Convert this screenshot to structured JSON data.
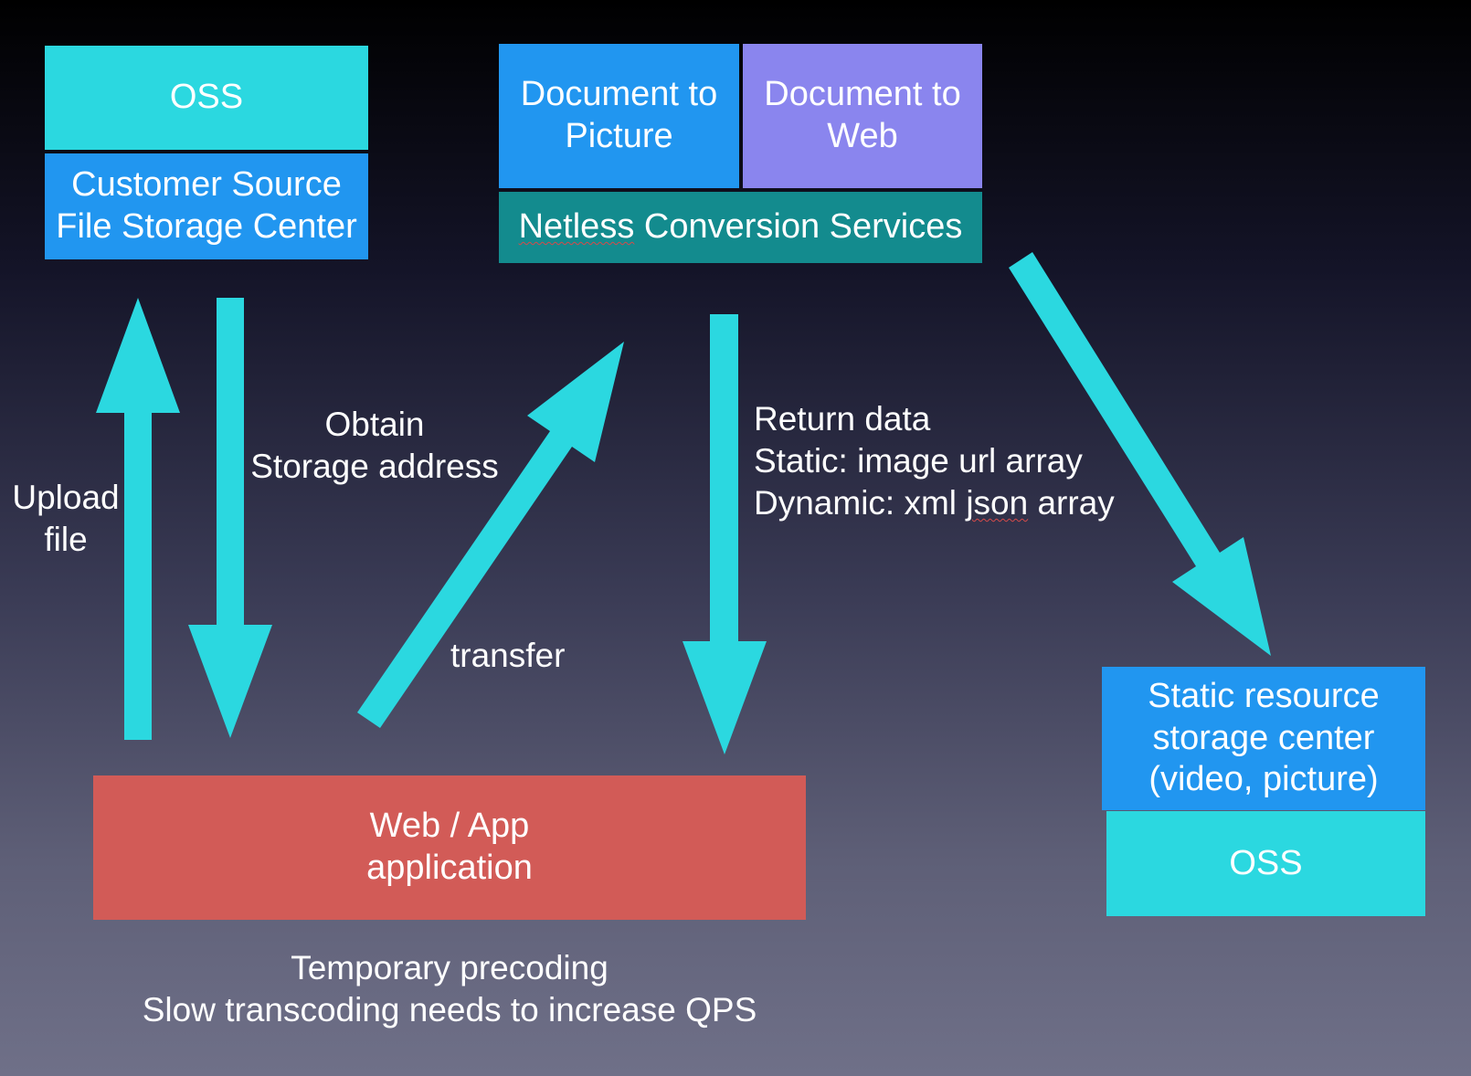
{
  "colors": {
    "cyan": "#2bd8e0",
    "blue": "#2196f0",
    "purple": "#8a85ee",
    "teal": "#138b8e",
    "red": "#d25b57"
  },
  "oss_top": {
    "label": "OSS"
  },
  "customer_storage": {
    "line1": "Customer Source",
    "line2": "File Storage Center"
  },
  "doc_to_picture": {
    "line1": "Document to",
    "line2": "Picture"
  },
  "doc_to_web": {
    "line1": "Document to",
    "line2": "Web"
  },
  "conversion": {
    "prefix": "Netless",
    "rest": " Conversion Services"
  },
  "upload": {
    "line1": "Upload",
    "line2": "file"
  },
  "obtain": {
    "line1": "Obtain",
    "line2": "Storage address"
  },
  "transfer": {
    "label": "transfer"
  },
  "return_data": {
    "line1": "Return data",
    "line2": "Static: image url array",
    "line3_pre": "Dynamic: xml ",
    "line3_word": "json",
    "line3_post": " array"
  },
  "app": {
    "line1": "Web / App",
    "line2": "application"
  },
  "footnote": {
    "line1": "Temporary precoding",
    "line2": "Slow transcoding needs to increase QPS"
  },
  "static_storage": {
    "line1": "Static resource",
    "line2": "storage center",
    "line3": "(video, picture)"
  },
  "oss_bottom": {
    "label": "OSS"
  },
  "arrows": [
    {
      "name": "upload-arrow",
      "from": "app",
      "to": "customer_storage"
    },
    {
      "name": "obtain-address-arrow",
      "from": "customer_storage",
      "to": "app"
    },
    {
      "name": "transfer-arrow",
      "from": "app",
      "to": "conversion"
    },
    {
      "name": "return-data-arrow",
      "from": "conversion",
      "to": "app"
    },
    {
      "name": "store-static-arrow",
      "from": "conversion",
      "to": "static_storage"
    }
  ]
}
